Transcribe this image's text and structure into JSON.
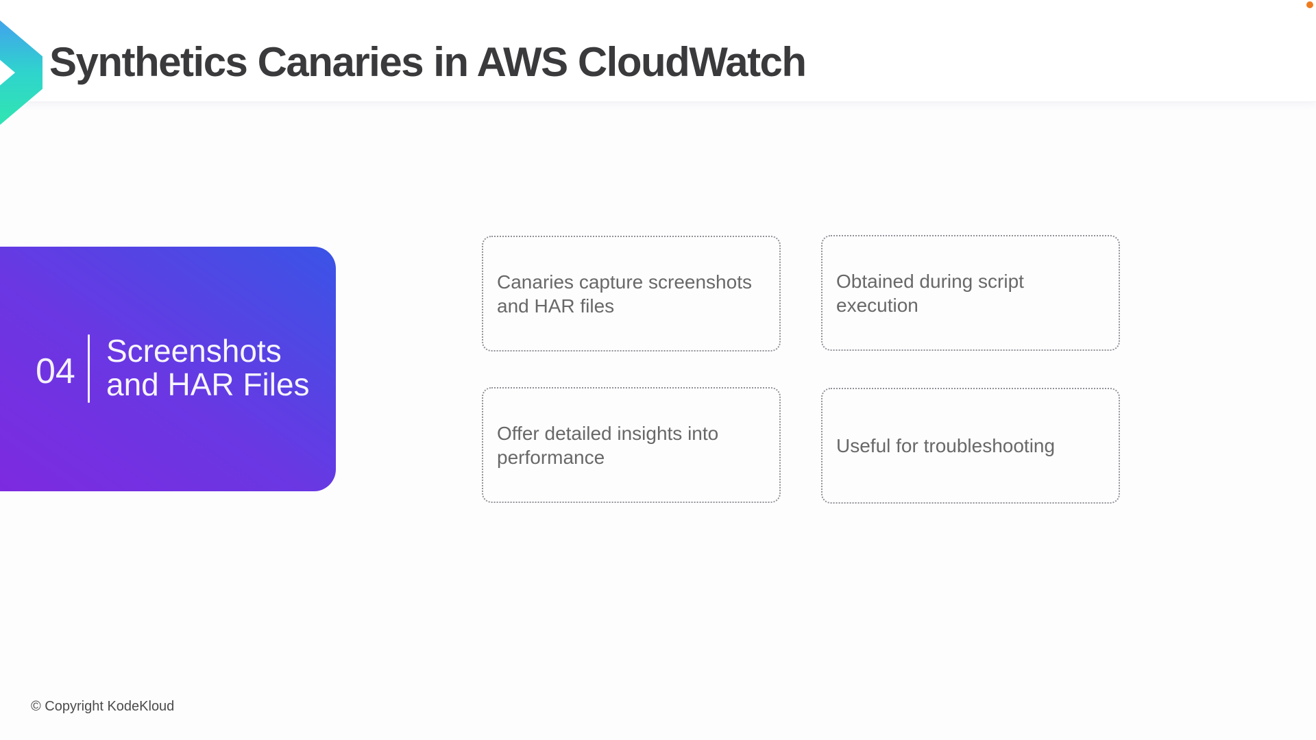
{
  "header": {
    "title": "Synthetics Canaries in AWS CloudWatch"
  },
  "logo": {
    "icon": "kodekloud-chevron",
    "gradient_top": "#3fa9e8",
    "gradient_bottom": "#30e3b4"
  },
  "accent_dot_color": "#ee7b1f",
  "section_card": {
    "number": "04",
    "title": "Screenshots and HAR Files",
    "gradient_start": "#7d2ae0",
    "gradient_end": "#3a54e6"
  },
  "points": [
    {
      "text": "Canaries capture screenshots and HAR files"
    },
    {
      "text": "Obtained during script execution"
    },
    {
      "text": "Offer detailed insights into performance"
    },
    {
      "text": "Useful for troubleshooting"
    }
  ],
  "footer": {
    "copyright": "© Copyright KodeKloud"
  },
  "colors": {
    "title_text": "#3a3a3c",
    "point_border": "#8f8f95",
    "point_text": "#686868"
  }
}
